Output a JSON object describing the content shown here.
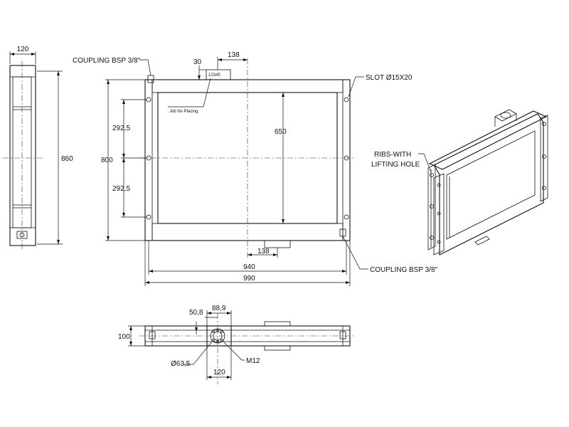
{
  "side_view": {
    "width_label": "120",
    "height_label": "860"
  },
  "front_view": {
    "coupling_top_label": "COUPLING BSP 3/8\"",
    "offset_30_label": "30",
    "offset_138_top_label": "138",
    "slot_label": "SLOT Ø15X20",
    "job_no_label": "Job No Placing",
    "job_no_plate_text": "12345",
    "height_800_label": "800",
    "spacing_upper_label": "292,5",
    "spacing_lower_label": "292,5",
    "core_height_label": "650",
    "offset_138_bottom_label": "138",
    "width_940_label": "940",
    "width_990_label": "990",
    "coupling_bottom_label": "COUPLING BSP 3/8\""
  },
  "iso_view": {
    "ribs_label_line1": "RIBS-WITH",
    "ribs_label_line2": "LIFTING HOLE"
  },
  "bottom_view": {
    "offset_50_label": "50,8",
    "offset_88_label": "88,9",
    "depth_label": "100",
    "flange_dia_label": "Ø63,5",
    "thread_label": "M12",
    "flange_width_label": "120"
  }
}
